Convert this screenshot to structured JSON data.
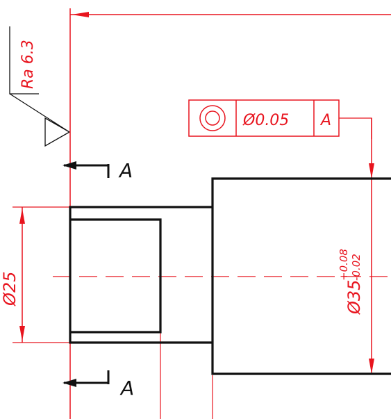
{
  "drawing": {
    "roughness_label": "Ra 6.3",
    "section_labels": [
      "A",
      "A"
    ],
    "tolerance_frame": {
      "symbol": "concentricity-icon",
      "value": "Ø0.05",
      "datum": "A"
    },
    "dim_small_diameter": "Ø25",
    "dim_large_diameter": {
      "base": "Ø35",
      "upper": "+0.08",
      "lower": "-0.02"
    },
    "colors": {
      "dimension": "#e8141e",
      "outline": "#111111",
      "background": "#ffffff"
    }
  }
}
